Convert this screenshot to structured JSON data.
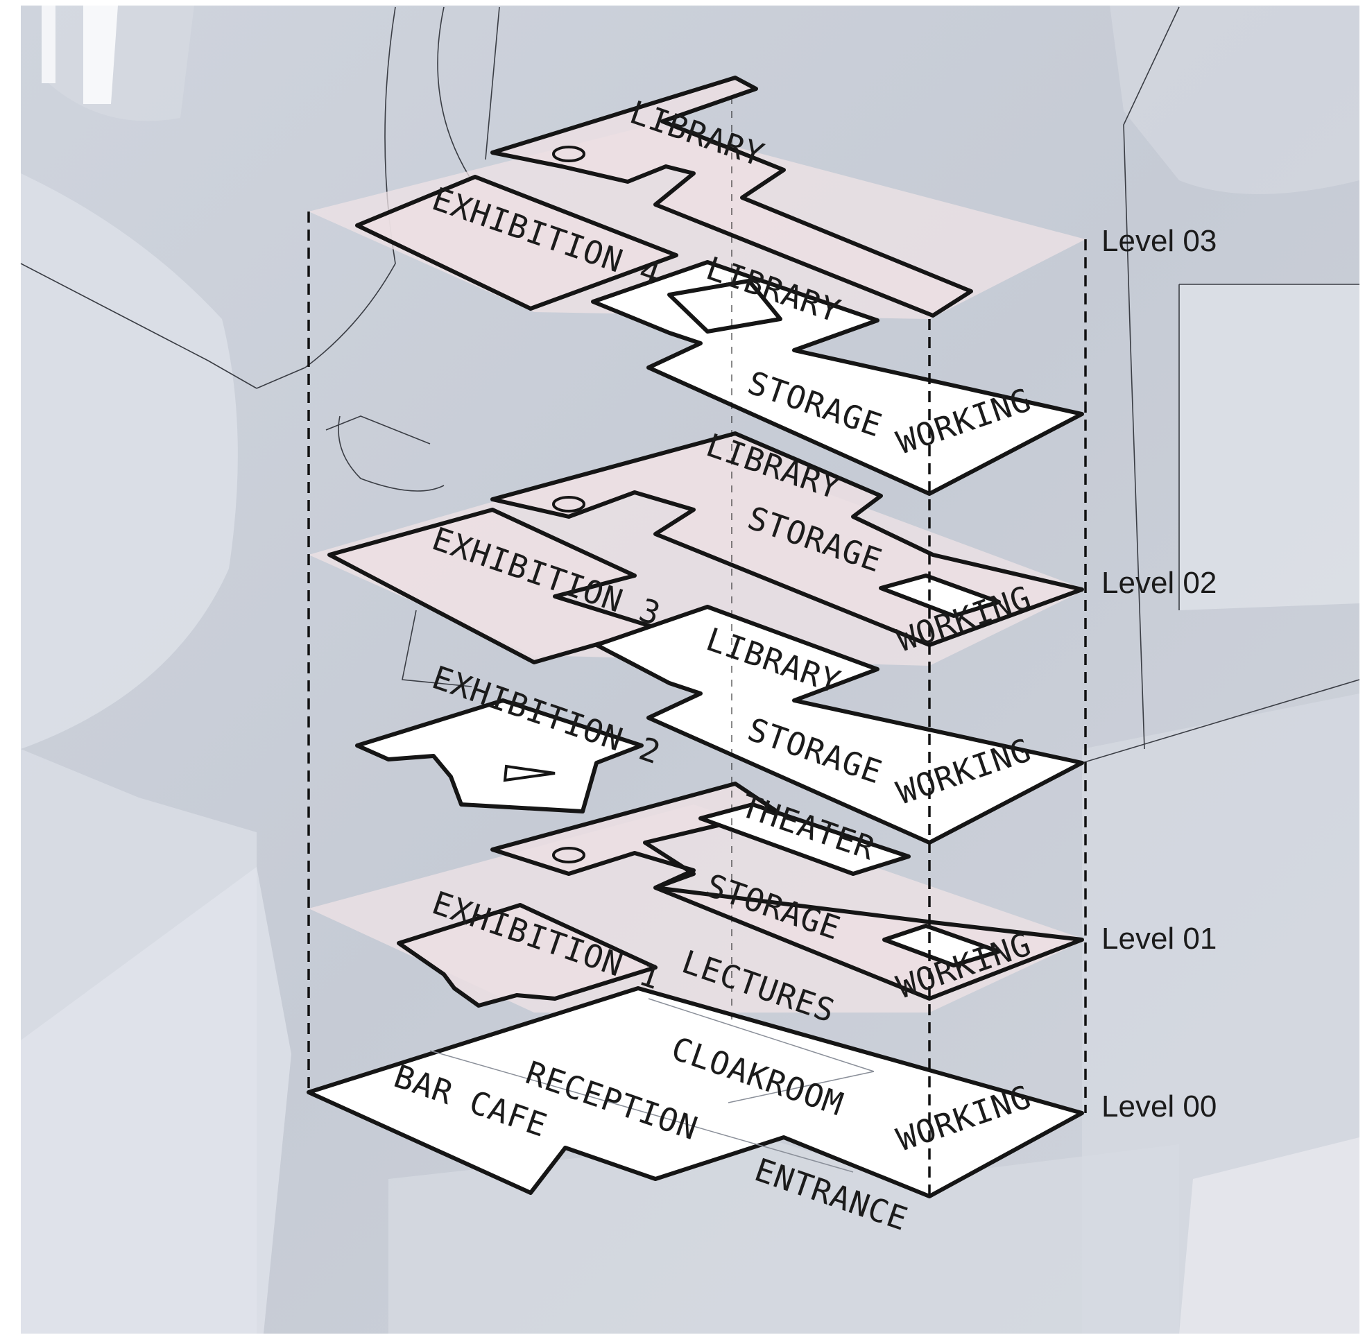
{
  "levels": {
    "l03": "Level 03",
    "l02": "Level 02",
    "l01": "Level 01",
    "l00": "Level 00"
  },
  "spaces": {
    "library_top": "LIBRARY",
    "exhibition4": "EXHIBITION 4",
    "library_l03": "LIBRARY",
    "storage_l03": "STORAGE",
    "working_l03": "WORKING",
    "library_l02a": "LIBRARY",
    "storage_l02a": "STORAGE",
    "exhibition3": "EXHIBITION 3",
    "working_l02": "WORKING",
    "library_l02b": "LIBRARY",
    "storage_l02b": "STORAGE",
    "working_l02b": "WORKING",
    "exhibition2": "EXHIBITION 2",
    "theater": "THEATER",
    "storage_l01": "STORAGE",
    "exhibition1": "EXHIBITION 1",
    "working_l01": "WORKING",
    "lectures": "LECTURES",
    "bar_cafe": "BAR  CAFE",
    "reception": "RECEPTION",
    "cloakroom": "CLOAKROOM",
    "working_l00": "WORKING",
    "entrance": "ENTRANCE"
  },
  "colors": {
    "background": "#c9ced8",
    "slab_pink": "#ecdfe3",
    "slab_white": "#ffffff",
    "outline": "#151515"
  }
}
